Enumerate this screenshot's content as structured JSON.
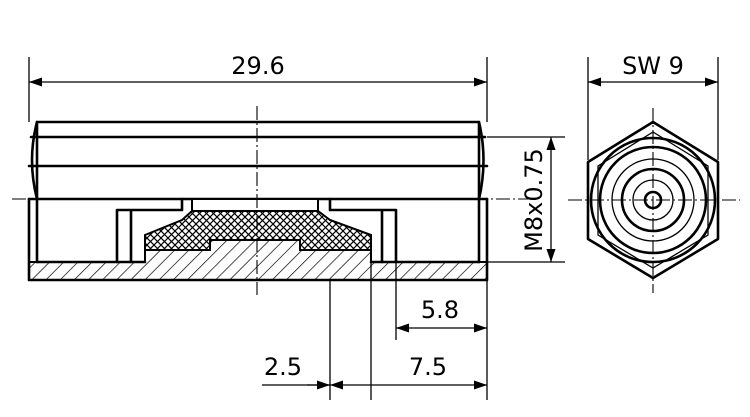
{
  "dimensions": {
    "overall_length": "29.6",
    "across_flats": "SW 9",
    "thread": "M8x0.75",
    "dim_5_8": "5.8",
    "dim_2_5": "2.5",
    "dim_7_5": "7.5"
  },
  "colors": {
    "line": "#000000",
    "background": "#ffffff"
  }
}
